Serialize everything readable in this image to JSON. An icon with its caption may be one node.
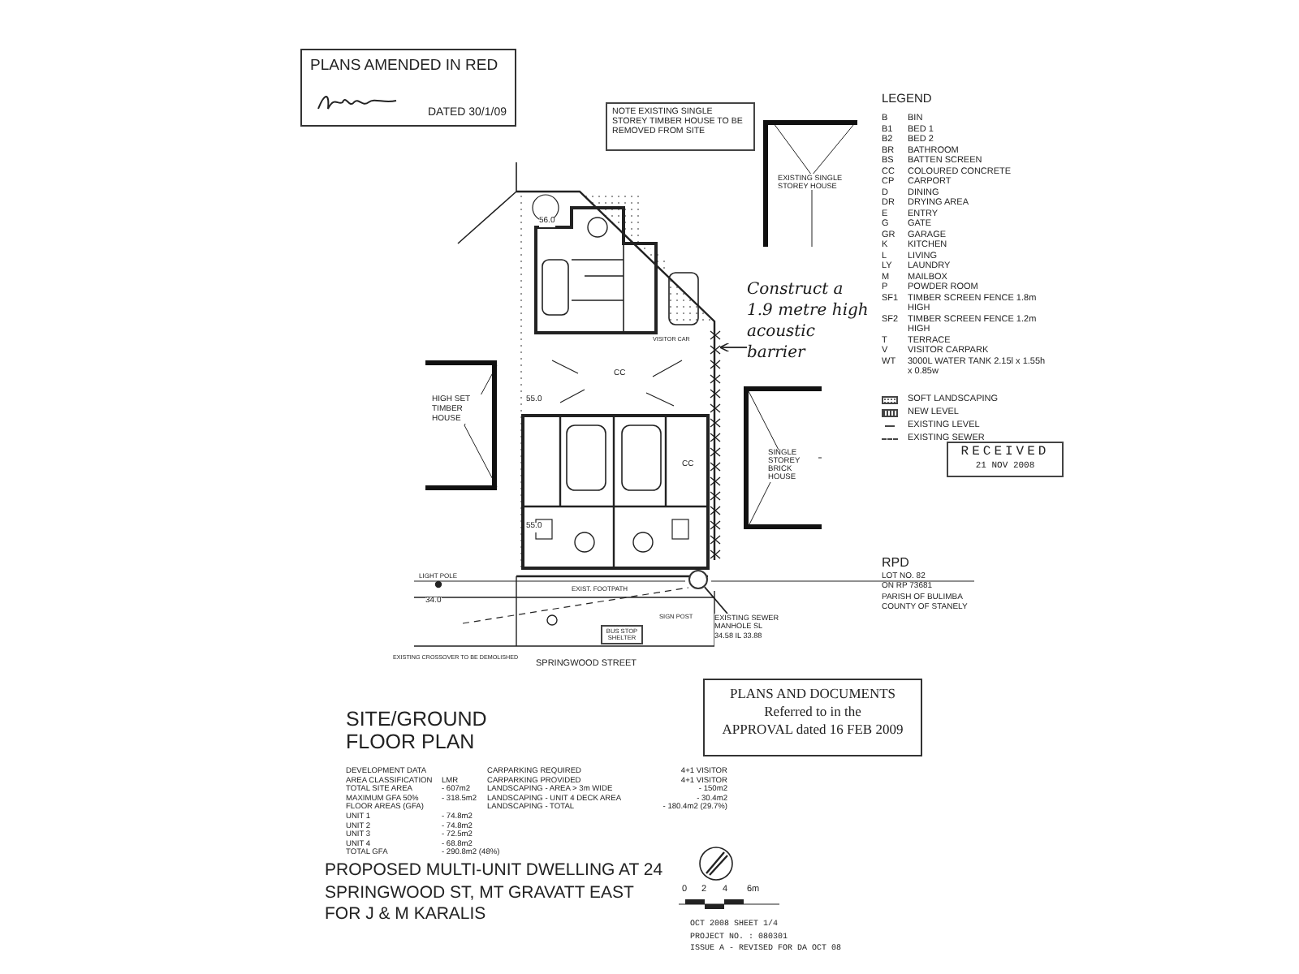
{
  "diagram": {
    "title": "PROPOSED MULTI-UNIT DWELLING AT 24 SPRINGWOOD ST, MT GRAVATT EAST FOR J & M KARALIS",
    "nodes": [
      {
        "text": [
          "PLANS AMENDED IN RED",
          "DATED 30/1/09"
        ]
      },
      {
        "text": [
          "NOTE EXISTING SINGLE STOREY TIMBER HOUSE TO BE REMOVED FROM SITE"
        ]
      },
      {
        "text": [
          "EXISTING SINGLE STOREY HOUSE"
        ]
      },
      {
        "text": [
          "HIGH SET TIMBER HOUSE"
        ]
      },
      {
        "text": [
          "SINGLE STOREY BRICK HOUSE"
        ]
      },
      {
        "text": [
          "Construct a 1.9 metre high acoustic barrier"
        ]
      },
      {
        "text": [
          "RECEIVED",
          "21 NOV 2008"
        ]
      },
      {
        "text": [
          "PLANS AND DOCUMENTS",
          "Referred to in the",
          "APPROVAL dated 16 FEB 2009"
        ]
      },
      {
        "text": [
          "BUS STOP SHELTER"
        ]
      },
      {
        "text": [],
        "shape": "circle"
      },
      {
        "text": [
          "EXISTING SEWER MANHOLE SL 34.58 IL 33.88"
        ]
      },
      {
        "text": [],
        "shape": "bar"
      }
    ],
    "edges": [
      {
        "from": 10,
        "to": 9,
        "arrow": "none"
      },
      {
        "from": 5,
        "to": 11,
        "arrow": "to"
      }
    ],
    "labels": [
      "LEGEND",
      "B",
      "BIN",
      "B1",
      "BED 1",
      "B2",
      "BED 2",
      "BR",
      "BATHROOM",
      "BS",
      "BATTEN SCREEN",
      "CC",
      "COLOURED CONCRETE",
      "CP",
      "CARPORT",
      "D",
      "DINING",
      "DR",
      "DRYING AREA",
      "E",
      "ENTRY",
      "G",
      "GATE",
      "GR",
      "GARAGE",
      "K",
      "KITCHEN",
      "L",
      "LIVING",
      "LY",
      "LAUNDRY",
      "M",
      "MAILBOX",
      "P",
      "POWDER ROOM",
      "SF1",
      "TIMBER SCREEN FENCE 1.8m HIGH",
      "SF2",
      "TIMBER SCREEN FENCE 1.2m HIGH",
      "T",
      "TERRACE",
      "V",
      "VISITOR CARPARK",
      "WT",
      "3000L WATER TANK 2.15l x 1.55h x 0.85w",
      "RPD",
      "LOT NO. 82",
      "ON RP 73681",
      "PARISH OF BULIMBA",
      "COUNTY OF STANELY",
      "56.0",
      "CC",
      "VISITOR CAR",
      "55.0",
      "CC",
      "55.0",
      "34.0",
      "LIGHT POLE",
      "EXIST. FOOTPATH",
      "SIGN POST",
      "EXISTING CROSSOVER TO BE DEMOLISHED",
      "SPRINGWOOD STREET",
      "SITE/GROUND FLOOR PLAN",
      "DEVELOPMENT DATA",
      "AREA CLASSIFICATION",
      "LMR",
      "TOTAL SITE AREA",
      "- 607m2",
      "MAXIMUM GFA 50%",
      "- 318.5m2",
      "FLOOR AREAS (GFA)",
      "UNIT 1",
      "- 74.8m2",
      "UNIT 2",
      "- 74.8m2",
      "UNIT 3",
      "- 72.5m2",
      "UNIT 4",
      "- 68.8m2",
      "TOTAL GFA",
      "- 290.8m2 (48%)",
      "CARPARKING REQUIRED",
      "4+1 VISITOR",
      "CARPARKING PROVIDED",
      "4+1 VISITOR",
      "LANDSCAPING - AREA > 3m WIDE",
      "- 150m2",
      "LANDSCAPING - UNIT 4 DECK AREA",
      "- 30.4m2",
      "LANDSCAPING - TOTAL",
      "- 180.4m2 (29.7%)",
      "0",
      "2",
      "4",
      "6m",
      "OCT 2008   SHEET 1/4",
      "PROJECT NO. : 080301",
      "ISSUE A - REVISED FOR DA OCT 08"
    ],
    "legend": [
      {
        "text": "SOFT LANDSCAPING"
      },
      {
        "text": "NEW LEVEL"
      },
      {
        "text": "EXISTING LEVEL"
      },
      {
        "text": "EXISTING SEWER"
      }
    ]
  }
}
